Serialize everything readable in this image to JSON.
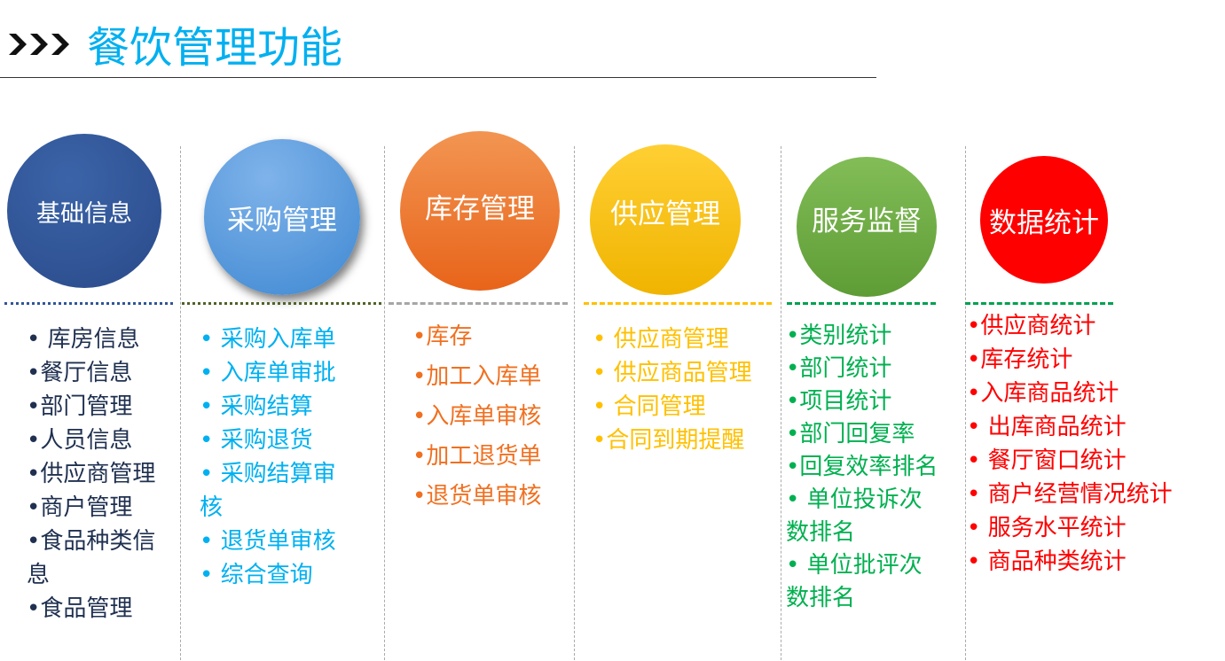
{
  "header": {
    "title": "餐饮管理功能",
    "arrow_icon": "triple-chevron-right"
  },
  "columns": [
    {
      "label": "基础信息",
      "color": "#2f5597",
      "text_color": "#1f3050",
      "items": [
        "• 库房信息",
        "•餐厅信息",
        "•部门管理",
        "•人员信息",
        "•供应商管理",
        "•商户管理",
        "•食品种类信息",
        "•食品管理"
      ]
    },
    {
      "label": "采购管理",
      "color": "#4a8fd6",
      "text_color": "#00b0f0",
      "items": [
        "• 采购入库单",
        "• 入库单审批",
        "• 采购结算",
        "• 采购退货",
        "• 采购结算审核",
        "• 退货单审核",
        "• 综合查询"
      ]
    },
    {
      "label": "库存管理",
      "color": "#ed7d31",
      "text_color": "#f07020",
      "items": [
        "•库存",
        "•加工入库单",
        "•入库单审核",
        "•加工退货单",
        "•退货单审核"
      ]
    },
    {
      "label": "供应管理",
      "color": "#ffc000",
      "text_color": "#ffc000",
      "items": [
        "• 供应商管理",
        "• 供应商品管理",
        "• 合同管理",
        "•合同到期提醒"
      ]
    },
    {
      "label": "服务监督",
      "color": "#70ad47",
      "text_color": "#00b050",
      "items": [
        "•类别统计",
        "•部门统计",
        "•项目统计",
        "•部门回复率",
        "•回复效率排名",
        "• 单位投诉次数排名",
        "• 单位批评次数排名"
      ]
    },
    {
      "label": "数据统计",
      "color": "#ff0000",
      "text_color": "#ff0000",
      "items": [
        "•供应商统计",
        "•库存统计",
        "•入库商品统计",
        "• 出库商品统计",
        "• 餐厅窗口统计",
        "• 商户经营情况统计",
        "• 服务水平统计",
        "• 商品种类统计"
      ]
    }
  ]
}
